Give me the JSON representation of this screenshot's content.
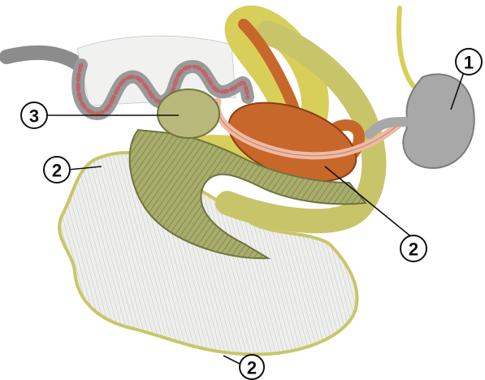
{
  "diagram": {
    "callouts": [
      {
        "id": "callout-1-stomach",
        "label": "1"
      },
      {
        "id": "callout-3-cecum",
        "label": "3"
      },
      {
        "id": "callout-2-mesentery-left",
        "label": "2"
      },
      {
        "id": "callout-2-colon-right",
        "label": "2"
      },
      {
        "id": "callout-2-mesentery-bottom",
        "label": "2"
      }
    ],
    "colors": {
      "mesentery_fill": "#e6e6e3",
      "mesentery_edge": "#c9c66a",
      "intestine_olive": "#a9ad6b",
      "intestine_dark": "#6f7540",
      "colon_yellow": "#d8cf5a",
      "orange_loop": "#c8672a",
      "pink_tube": "#efb9a4",
      "stomach_gray": "#a8a8a8",
      "esophagus_gray": "#8c8c8c",
      "vessel_red": "#c0646a"
    }
  }
}
